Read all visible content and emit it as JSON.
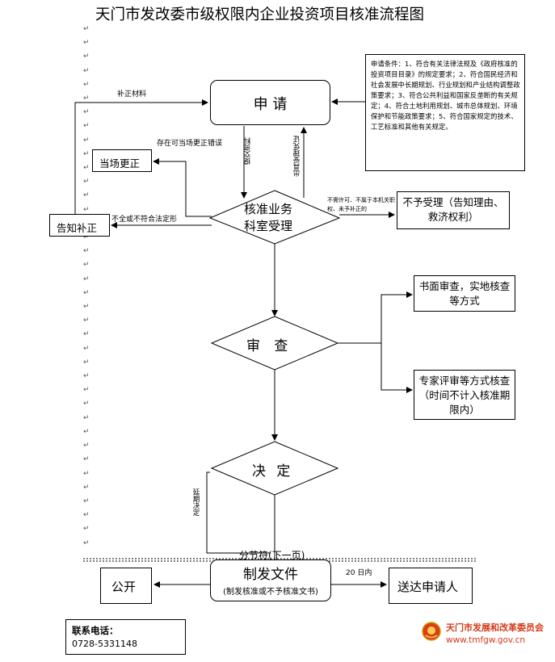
{
  "title": "天门市发改委市级权限内企业投资项目核准流程图",
  "nodes": {
    "apply": "申 请",
    "conditions": "申请条件：1、符合有关法律法规及《政府核准的投资项目目录》的规定要求；2、符合国民经济和社会发展中长期规划、行业规划和产业结构调整政策要求；3、符合公共利益和国家反垄断的有关规定；4、符合土地利用规划、城市总体规划、环境保护和节能政策要求；5、符合国家规定的技术、工艺标准和其他有关规定。",
    "correct_onsite": "当场更正",
    "notify_correction": "告知补正",
    "accept_line1": "核准业务",
    "accept_line2": "科室受理",
    "reject": "不予受理（告知理由、救济权利）",
    "review": "审 查",
    "written_review": "书面审查，实地核查等方式",
    "expert_review": "专家评审等方式核查（时间不计入核准期限内）",
    "decision": "决 定",
    "issue_docs": "制发文件",
    "issue_docs_sub": "(制发核准或不予核准文书)",
    "publicize": "公开",
    "deliver": "送达申请人"
  },
  "edge_labels": {
    "supplement": "补正材料",
    "correctable": "存在可当场更正错误",
    "incomplete": "不全或不符合法定形",
    "submit": "提交资料",
    "receipt": "出具受理凭证",
    "not_required": "不需许可、不属于本机关职权、未予补正的",
    "extend": "延期决定",
    "days": "20 日内"
  },
  "page_break": "分节符(下一页)",
  "contact": {
    "label": "联系电话：",
    "phone": "0728-5331148"
  },
  "logo": {
    "name": "天门市发展和改革委员会",
    "url": "www.tmfgw.gov.cn"
  }
}
